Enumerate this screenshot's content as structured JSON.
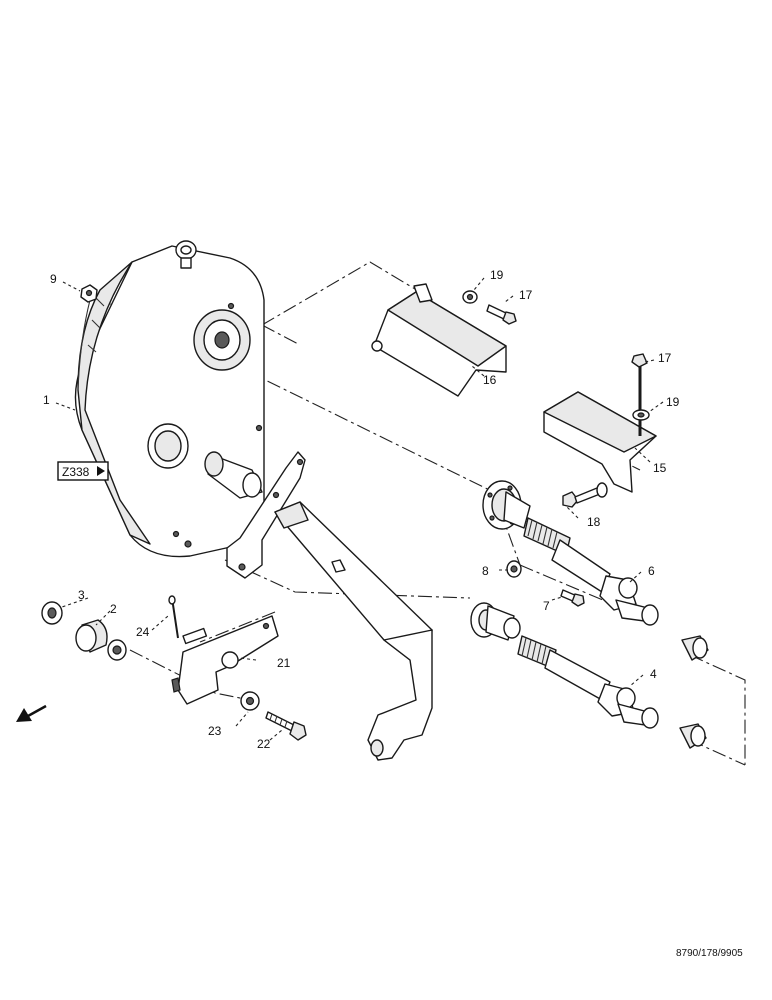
{
  "callouts": {
    "c1": "1",
    "c2": "2",
    "c3": "3",
    "c4": "4",
    "c6": "6",
    "c7": "7",
    "c8": "8",
    "c9": "9",
    "c15": "15",
    "c16": "16",
    "c17a": "17",
    "c17b": "17",
    "c18": "18",
    "c19a": "19",
    "c19b": "19",
    "c21": "21",
    "c22": "22",
    "c23": "23",
    "c24": "24"
  },
  "reference": {
    "label": "Z338"
  },
  "drawing_code": "8790/178/9905",
  "icons": {
    "reference_pointer": "triangle-right-icon",
    "direction": "arrow-down-left-icon"
  }
}
